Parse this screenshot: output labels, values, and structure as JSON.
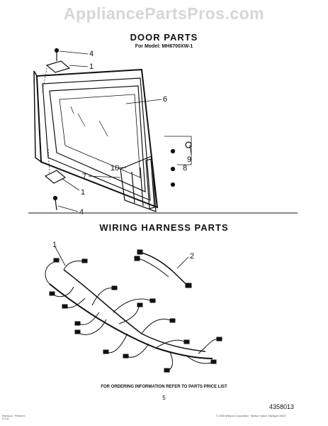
{
  "watermark": "AppliancePartsPros.com",
  "header": {
    "title": "DOOR PARTS",
    "model": "For Model: MH6700XW-1"
  },
  "section2": {
    "title": "WIRING HARNESS PARTS"
  },
  "callouts": {
    "door_4_top": "4",
    "door_1_top": "1",
    "door_6": "6",
    "door_9": "9",
    "door_8": "8",
    "door_10": "10",
    "door_7": "7",
    "door_1_bottom": "1",
    "door_4_bottom": "4",
    "harness_1": "1",
    "harness_2": "2"
  },
  "footer": {
    "note": "FOR ORDERING INFORMATION REFER TO PARTS PRICE LIST",
    "page": "5",
    "doc_number": "4358013",
    "small_left": "Whirlpool · Printed in U.S.A.",
    "small_right": "© 1993 Whirlpool Corporation · Benton Harbor, Michigan 49022"
  }
}
